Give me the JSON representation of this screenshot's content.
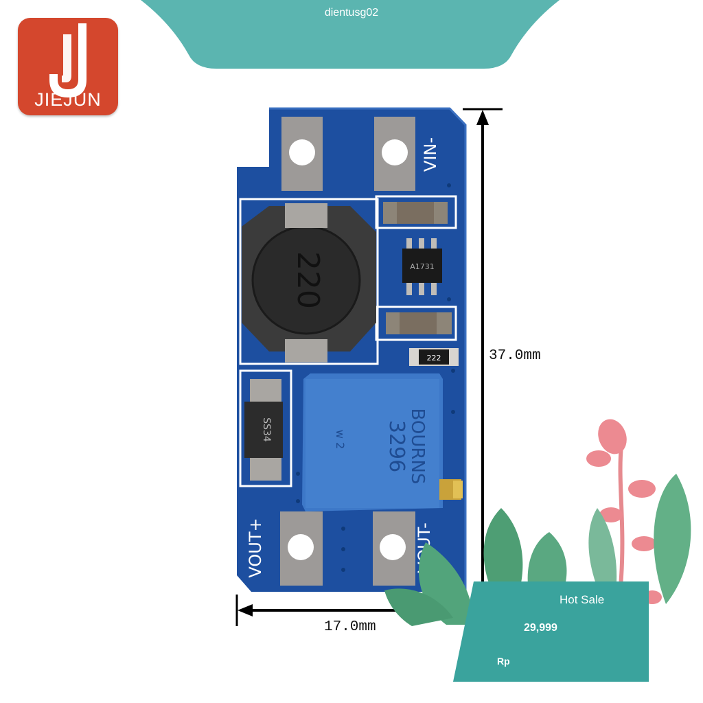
{
  "shop": {
    "name": "dientusg02"
  },
  "brand": {
    "logo_text": "JIEJUN",
    "color": "#d4472d"
  },
  "board": {
    "labels": {
      "vin_minus": "VIN-",
      "vout_plus": "VOUT+",
      "vout_minus": "VOUT-"
    },
    "inductor_marking": "220",
    "ic_marking": "A1731",
    "resistor_marking": "222",
    "diode_marking": "SS34",
    "potentiometer_brand": "BOURNS",
    "potentiometer_model": "3296",
    "potentiometer_code": "w 2",
    "pcb_color": "#1d4fa0",
    "pot_color": "#3d78c8"
  },
  "dimensions": {
    "height": "37.0mm",
    "width": "17.0mm"
  },
  "promo": {
    "title": "Hot Sale",
    "price": "29,999",
    "currency": "Rp",
    "color": "#3aa39d"
  },
  "icons": [
    "jiejun-logo",
    "leaf-decoration",
    "flower-decoration",
    "dimension-arrow"
  ]
}
